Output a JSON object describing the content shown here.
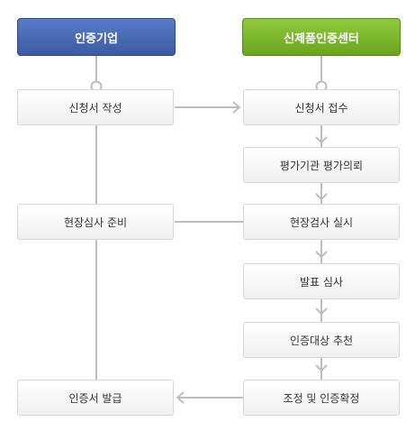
{
  "colors": {
    "company_header": "#4a6bb5",
    "center_header": "#7cb82f",
    "connector": "#bdbdbd",
    "text": "#333333"
  },
  "headers": {
    "company": "인증기업",
    "center": "신제품인증센터"
  },
  "company_steps": {
    "apply": "신청서 작성",
    "prepare": "현장심사 준비",
    "issue": "인증서 발급"
  },
  "center_steps": {
    "receive": "신청서 접수",
    "request": "평가기관 평가의뢰",
    "inspect": "현장검사 실시",
    "present": "발표 심사",
    "recommend": "인증대상 추천",
    "confirm": "조정 및 인증확정"
  }
}
